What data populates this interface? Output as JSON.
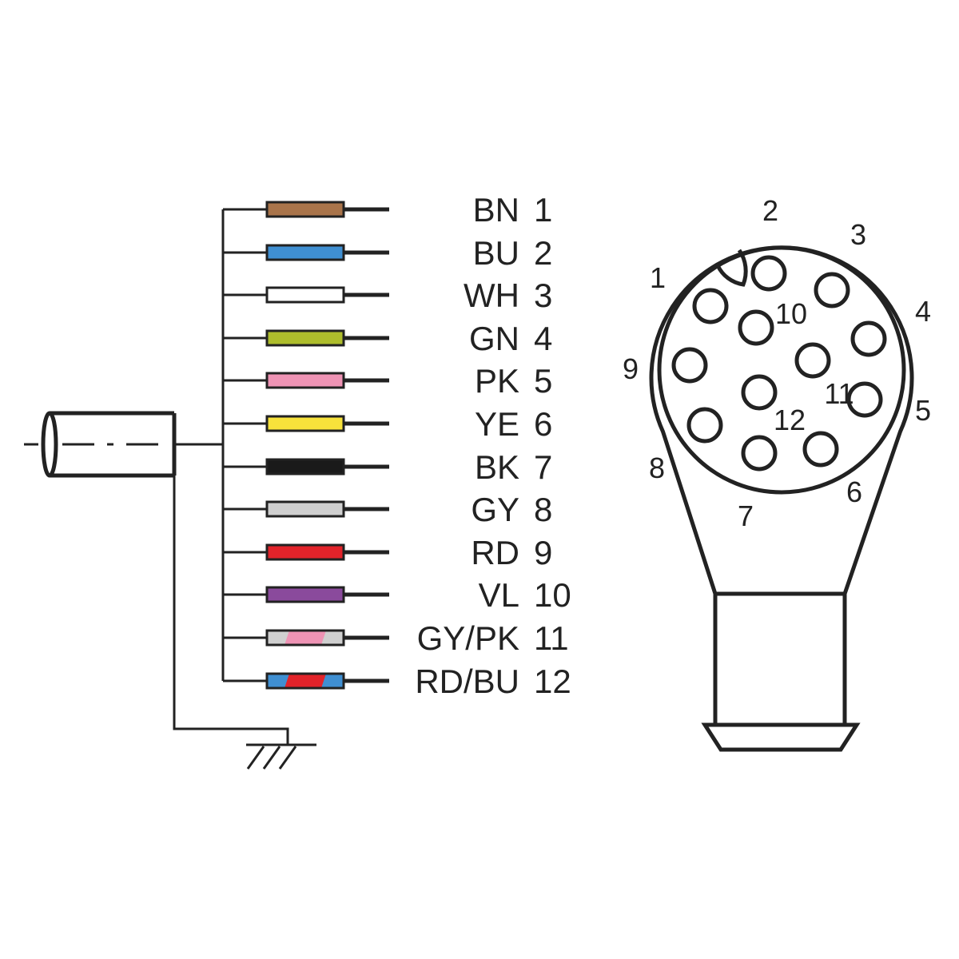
{
  "wires": [
    {
      "code": "BN",
      "pin": "1",
      "colors": [
        "#a9744a"
      ]
    },
    {
      "code": "BU",
      "pin": "2",
      "colors": [
        "#3f8fd2"
      ]
    },
    {
      "code": "WH",
      "pin": "3",
      "colors": [
        "#ffffff"
      ]
    },
    {
      "code": "GN",
      "pin": "4",
      "colors": [
        "#aebd2c"
      ]
    },
    {
      "code": "PK",
      "pin": "5",
      "colors": [
        "#ee93b4"
      ]
    },
    {
      "code": "YE",
      "pin": "6",
      "colors": [
        "#f7e23b"
      ]
    },
    {
      "code": "BK",
      "pin": "7",
      "colors": [
        "#1a1a1a"
      ]
    },
    {
      "code": "GY",
      "pin": "8",
      "colors": [
        "#cfcfcf"
      ]
    },
    {
      "code": "RD",
      "pin": "9",
      "colors": [
        "#e2232a"
      ]
    },
    {
      "code": "VL",
      "pin": "10",
      "colors": [
        "#8a4a9c"
      ]
    },
    {
      "code": "GY/PK",
      "pin": "11",
      "colors": [
        "#cfcfcf",
        "#ee93b4"
      ]
    },
    {
      "code": "RD/BU",
      "pin": "12",
      "colors": [
        "#3f8fd2",
        "#e2232a"
      ]
    }
  ],
  "connector": {
    "pin_labels": [
      "1",
      "2",
      "3",
      "4",
      "5",
      "6",
      "7",
      "8",
      "9",
      "10",
      "11",
      "12"
    ]
  },
  "icons": [
    "cable-icon",
    "ground-icon",
    "connector-face-icon"
  ]
}
